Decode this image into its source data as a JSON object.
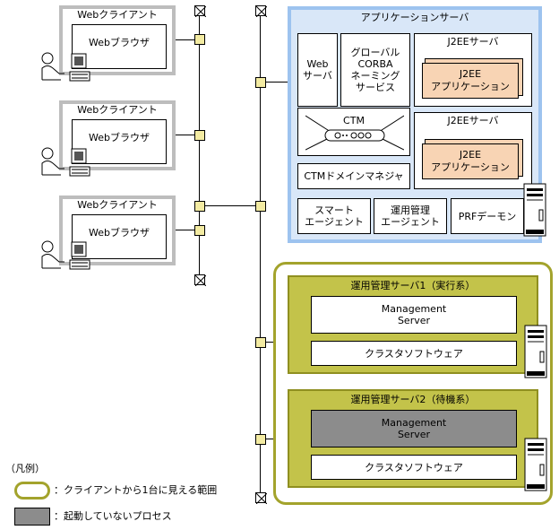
{
  "clients": [
    {
      "title": "Webクライアント",
      "browser": "Webブラウザ"
    },
    {
      "title": "Webクライアント",
      "browser": "Webブラウザ"
    },
    {
      "title": "Webクライアント",
      "browser": "Webブラウザ"
    }
  ],
  "app_server": {
    "title": "アプリケーションサーバ",
    "web_server": "Web\nサーバ",
    "corba": "グローバル\nCORBA\nネーミング\nサービス",
    "j2ee_server_1": "J2EEサーバ",
    "j2ee_app_1": "J2EE\nアプリケーション",
    "j2ee_server_2": "J2EEサーバ",
    "j2ee_app_2": "J2EE\nアプリケーション",
    "ctm": "CTM",
    "ctm_domain_manager": "CTMドメインマネジャ",
    "smart_agent": "スマート\nエージェント",
    "mgmt_agent": "運用管理\nエージェント",
    "prf_daemon": "PRFデーモン"
  },
  "cluster": {
    "server1": {
      "title": "運用管理サーバ1（実行系）",
      "management_server": "Management\nServer",
      "cluster_software": "クラスタソフトウェア"
    },
    "server2": {
      "title": "運用管理サーバ2（待機系）",
      "management_server": "Management\nServer",
      "cluster_software": "クラスタソフトウェア"
    }
  },
  "legend": {
    "title": "（凡例）",
    "single_machine": "：クライアントから1台に見える範囲",
    "inactive_process": "：起動していないプロセス"
  },
  "colors": {
    "app_server_border": "#9dc3ef",
    "app_server_fill": "#d9e7f8",
    "cluster_fill": "#c3c34a",
    "cluster_border": "#8f8f20",
    "connector_fill": "#f3eba2",
    "j2ee_app_fill": "#f8d4b4",
    "inactive_fill": "#8c8c8c",
    "client_frame": "#bdbdbd"
  }
}
